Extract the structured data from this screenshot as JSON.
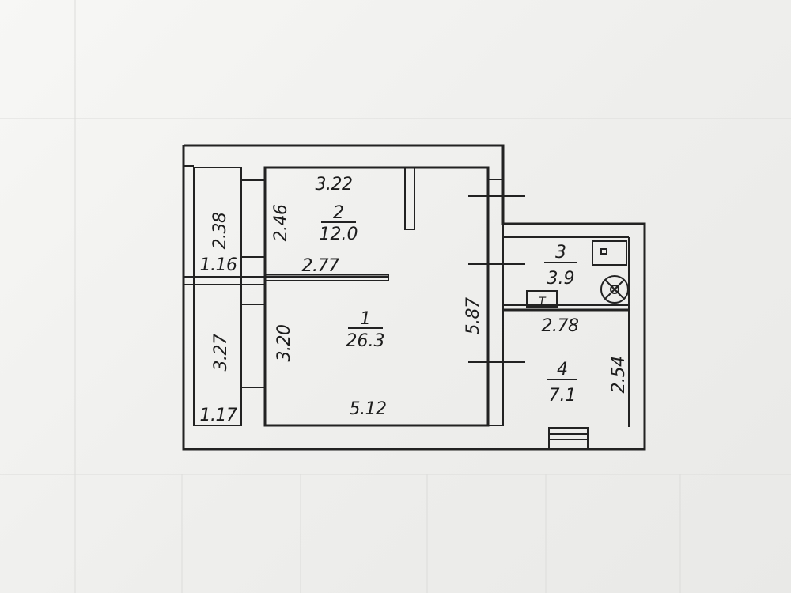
{
  "rooms": [
    {
      "number": "1",
      "area": "26.3"
    },
    {
      "number": "2",
      "area": "12.0"
    },
    {
      "number": "3",
      "area": "3.9"
    },
    {
      "number": "4",
      "area": "7.1"
    }
  ],
  "dimensions": {
    "balcony_top_height": "2.38",
    "balcony_top_width": "1.16",
    "balcony_bottom_height": "3.27",
    "balcony_bottom_width": "1.17",
    "room2_width": "3.22",
    "room2_height": "2.46",
    "partition_length": "2.77",
    "room1_height": "3.20",
    "room1_width": "5.12",
    "room1_depth": "5.87",
    "room3_width": "2.78",
    "room4_height": "2.54"
  },
  "fixtures": {
    "toilet_marker": "T"
  }
}
